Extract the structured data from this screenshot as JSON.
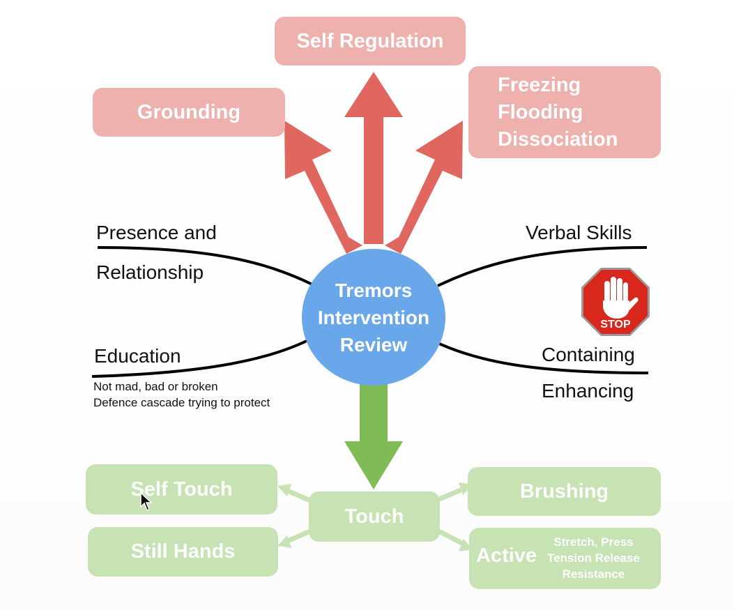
{
  "center": {
    "text": "Tremors\nIntervention\nReview"
  },
  "top_boxes": {
    "self_regulation": "Self Regulation",
    "grounding": "Grounding",
    "freezing": "Freezing\nFlooding\nDissociation"
  },
  "branches": {
    "presence_line1": "Presence and",
    "presence_line2": "Relationship",
    "education": "Education",
    "education_note_1": "Not mad, bad or broken",
    "education_note_2": "Defence cascade trying to protect",
    "verbal_skills": "Verbal Skills",
    "containing": "Containing",
    "enhancing": "Enhancing"
  },
  "stop_sign": {
    "text": "STOP",
    "icon": "stop-hand-icon"
  },
  "bottom_boxes": {
    "touch": "Touch",
    "self_touch": "Self Touch",
    "still_hands": "Still Hands",
    "brushing": "Brushing",
    "active": "Active",
    "active_details": "Stretch, Press\nTension Release\nResistance"
  },
  "colors": {
    "red_arrow": "#e06660",
    "red_box": "#efb1ae",
    "green_arrow": "#80bc56",
    "green_box": "#c7e3b3",
    "center": "#69a6ea",
    "stop": "#d8271c"
  }
}
